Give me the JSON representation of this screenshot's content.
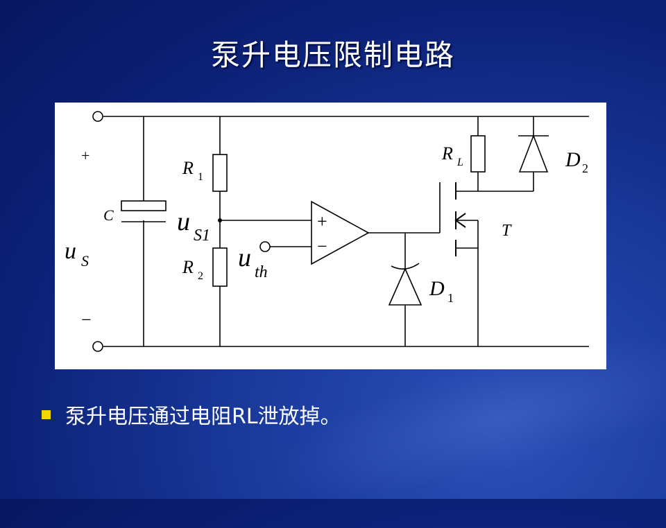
{
  "slide": {
    "title": "泵升电压限制电路",
    "bullet": "泵升电压通过电阻RL泄放掉。"
  },
  "diagram": {
    "labels": {
      "plus": "+",
      "minus": "−",
      "u_main": "u",
      "u_sub": "S",
      "cap": "C",
      "r1_main": "R",
      "r1_sub": "1",
      "r2_main": "R",
      "r2_sub": "2",
      "us1_main": "u",
      "us1_sub": "S1",
      "uth_main": "u",
      "uth_sub": "th",
      "opamp_plus": "+",
      "opamp_minus": "−",
      "rl_main": "R",
      "rl_sub": "L",
      "d1_main": "D",
      "d1_sub": "1",
      "d2_main": "D",
      "d2_sub": "2",
      "t": "T"
    }
  },
  "colors": {
    "background": "#0c2177",
    "title_text": "#ffffff",
    "bullet_marker": "#f2d700",
    "diagram_bg": "#ffffff",
    "wire": "#000000"
  }
}
